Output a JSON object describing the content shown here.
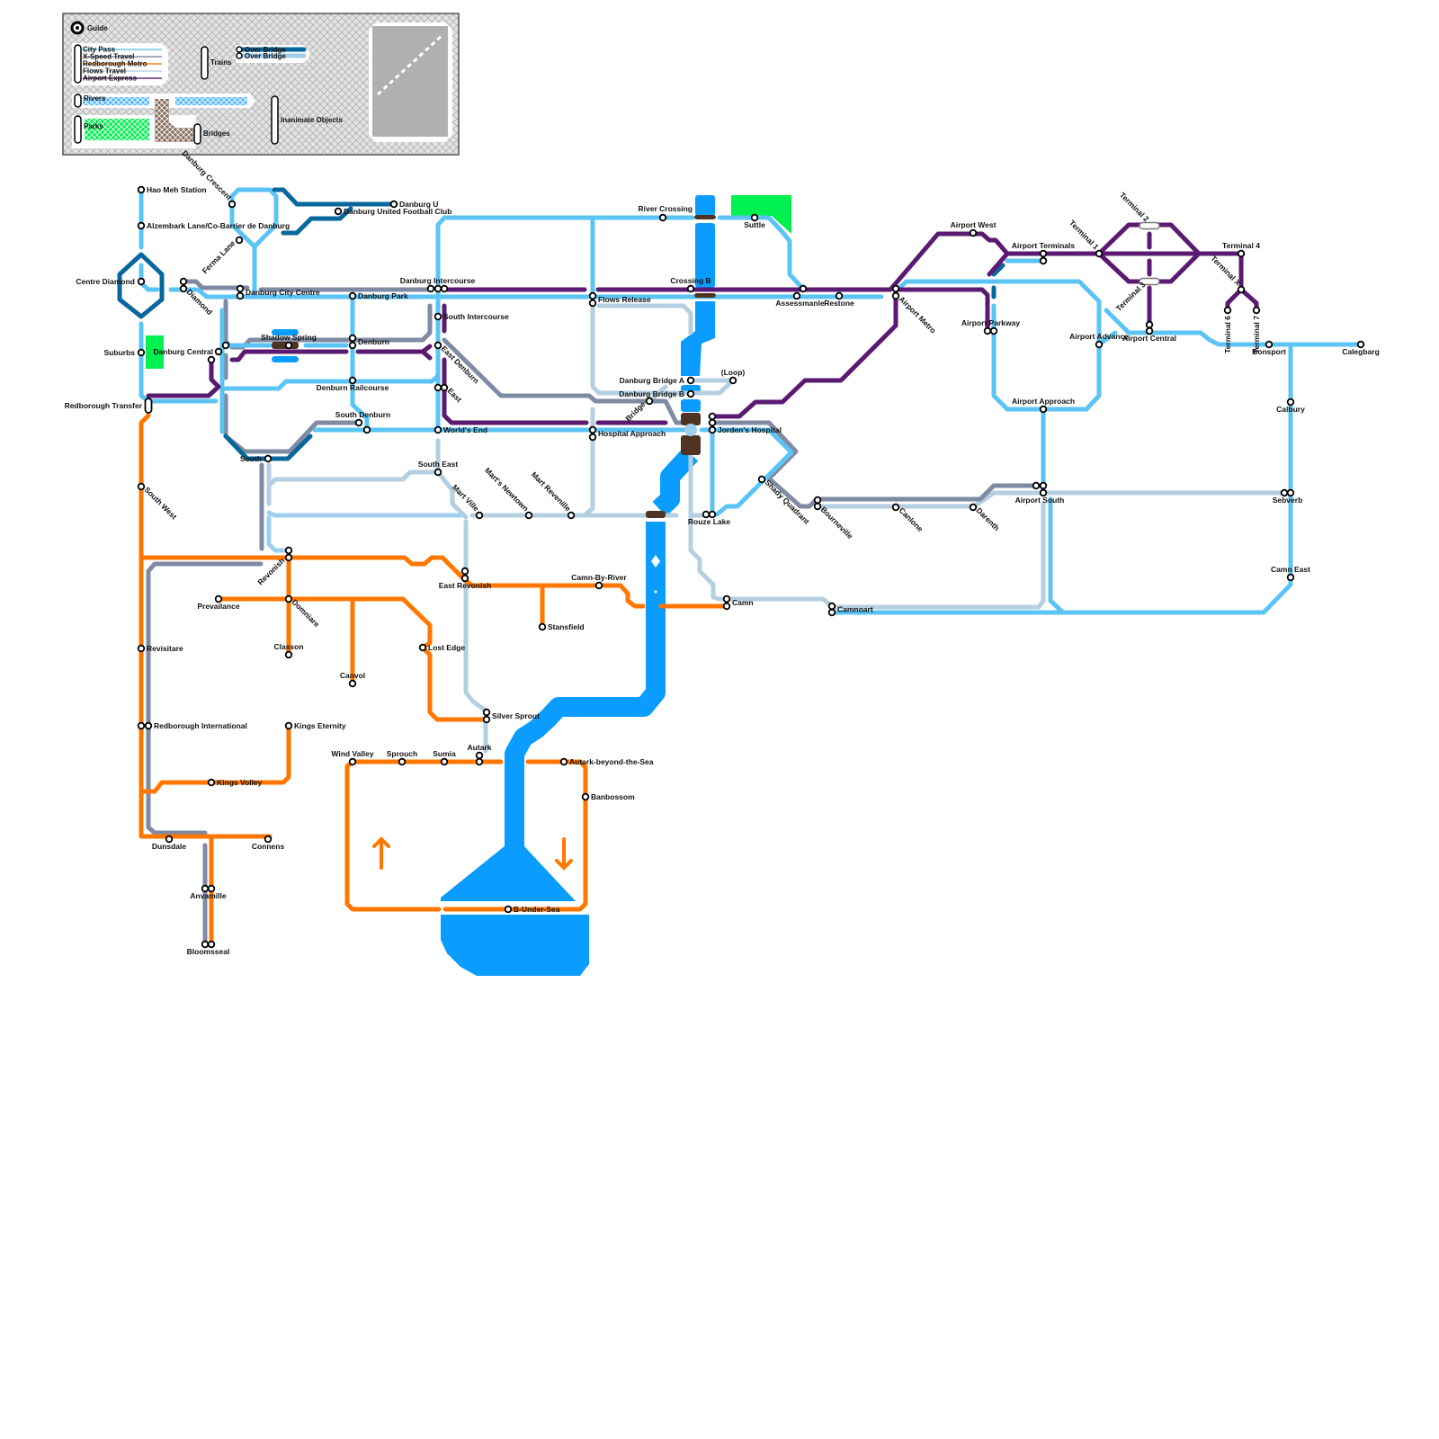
{
  "legend": {
    "guide": "Guide",
    "lines": [
      "City Pass",
      "X-Speed Travel",
      "Redborough Metro",
      "Flows Travel",
      "Airport Express"
    ],
    "trains": "Trains",
    "over_bridge_dark": "Over Bridge",
    "over_bridge_light": "Over Bridge",
    "rivers": "Rivers",
    "parks": "Parks",
    "bridges": "Bridges",
    "inanimate": "Inanimate Objects"
  },
  "colors": {
    "city_pass": "#5bc4f5",
    "x_speed": "#7f8aa3",
    "redborough_metro": "#ff7700",
    "flows_travel": "#b4cfe0",
    "airport_express": "#5a1a72",
    "over_bridge_dark": "#08679c",
    "over_bridge_light": "#a0cfee",
    "river": "#0a9cff",
    "park": "#00f050",
    "bridge": "#4f3424"
  },
  "stations": [
    "Hao Meh Station",
    "Alzembark Lane/Co-Barrier de Danburg",
    "Centre Diamond",
    "Suburbs",
    "Redborough Transfer",
    "Danburg Crescent",
    "Ferma Lane",
    "Danburg U",
    "Danburg United Football Club",
    "Diamond",
    "Danburg City Centre",
    "Danburg Park",
    "Danburg Intercourse",
    "South Intercourse",
    "Shadow Spring",
    "Denburn",
    "Danburg Central",
    "Denburn Railcourse",
    "East Denburn",
    "East",
    "South Denburn",
    "World's End",
    "South",
    "South East",
    "Mart Ville",
    "Mart's Newtown",
    "Mart Revenille",
    "River Crossing",
    "Suttle",
    "Flows Release",
    "Crossing B",
    "Assessmanle",
    "Restone",
    "Danburg Bridge A",
    "Danburg Bridge B",
    "(Loop)",
    "Bridge",
    "Hospital Approach",
    "Jorden's Hospital",
    "Rouze Lake",
    "Shady Quadrant",
    "Bourneville",
    "Canlone",
    "Darenth",
    "Airport South",
    "Airport Approach",
    "Airport West",
    "Airport Terminals",
    "Airport Metro",
    "Airport Parkway",
    "Terminal 1",
    "Terminal 2",
    "Terminal 3",
    "Airport Central",
    "Airport Advance",
    "Terminal 4",
    "Terminal X",
    "Terminal 6",
    "Terminal 7",
    "Bonsport",
    "Calegbarg",
    "Calbury",
    "Sebverb",
    "Camn East",
    "Camnoart",
    "Camn",
    "Camn-By-River",
    "Stansfield",
    "East Revonish",
    "Revonish",
    "Prevailance",
    "Domniare",
    "Classon",
    "Canvol",
    "Lost Edge",
    "Silver Sprout",
    "South West",
    "Revisitare",
    "Redborough International",
    "Kings Eternity",
    "Kings Volley",
    "Dunsdale",
    "Connens",
    "Anvamille",
    "Bloomsseal",
    "Wind Valley",
    "Sprouch",
    "Sumia",
    "Autark",
    "Autark-beyond-the-Sea",
    "Banbossom",
    "B-Under-Sea"
  ]
}
